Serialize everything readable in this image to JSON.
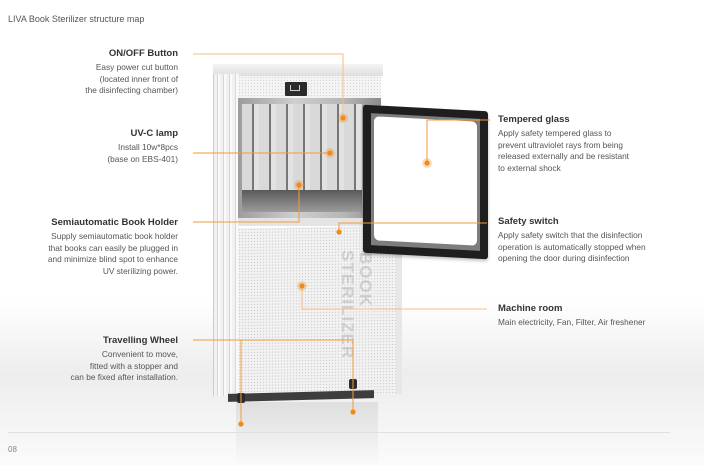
{
  "page": {
    "title": "LIVA Book Sterilizer structure map",
    "page_number": "08",
    "accent_color": "#f08a1c"
  },
  "product": {
    "brand_text_line1": "BOOK",
    "brand_text_line2": "STERILIZER"
  },
  "callouts_left": [
    {
      "title": "ON/OFF Button",
      "description": "Easy power cut button\n(located inner front of\nthe disinfecting chamber)"
    },
    {
      "title": "UV-C lamp",
      "description": "Install 10w*8pcs\n(base on EBS-401)"
    },
    {
      "title": "Semiautomatic Book Holder",
      "description": "Supply semiautomatic book holder\nthat books can easily be plugged in\nand minimize blind spot to enhance\nUV sterilizing power."
    },
    {
      "title": "Travelling Wheel",
      "description": "Convenient to move,\nfitted with a stopper and\ncan be fixed after installation."
    }
  ],
  "callouts_right": [
    {
      "title": "Tempered glass",
      "description": "Apply safety tempered glass to\nprevent ultraviolet rays from being\nreleased externally and be resistant\nto external shock"
    },
    {
      "title": "Safety switch",
      "description": "Apply safety switch that the disinfection\noperation is automatically stopped when\nopening the door during disinfection"
    },
    {
      "title": "Machine room",
      "description": "Main electricity, Fan, Filter, Air freshener"
    }
  ]
}
